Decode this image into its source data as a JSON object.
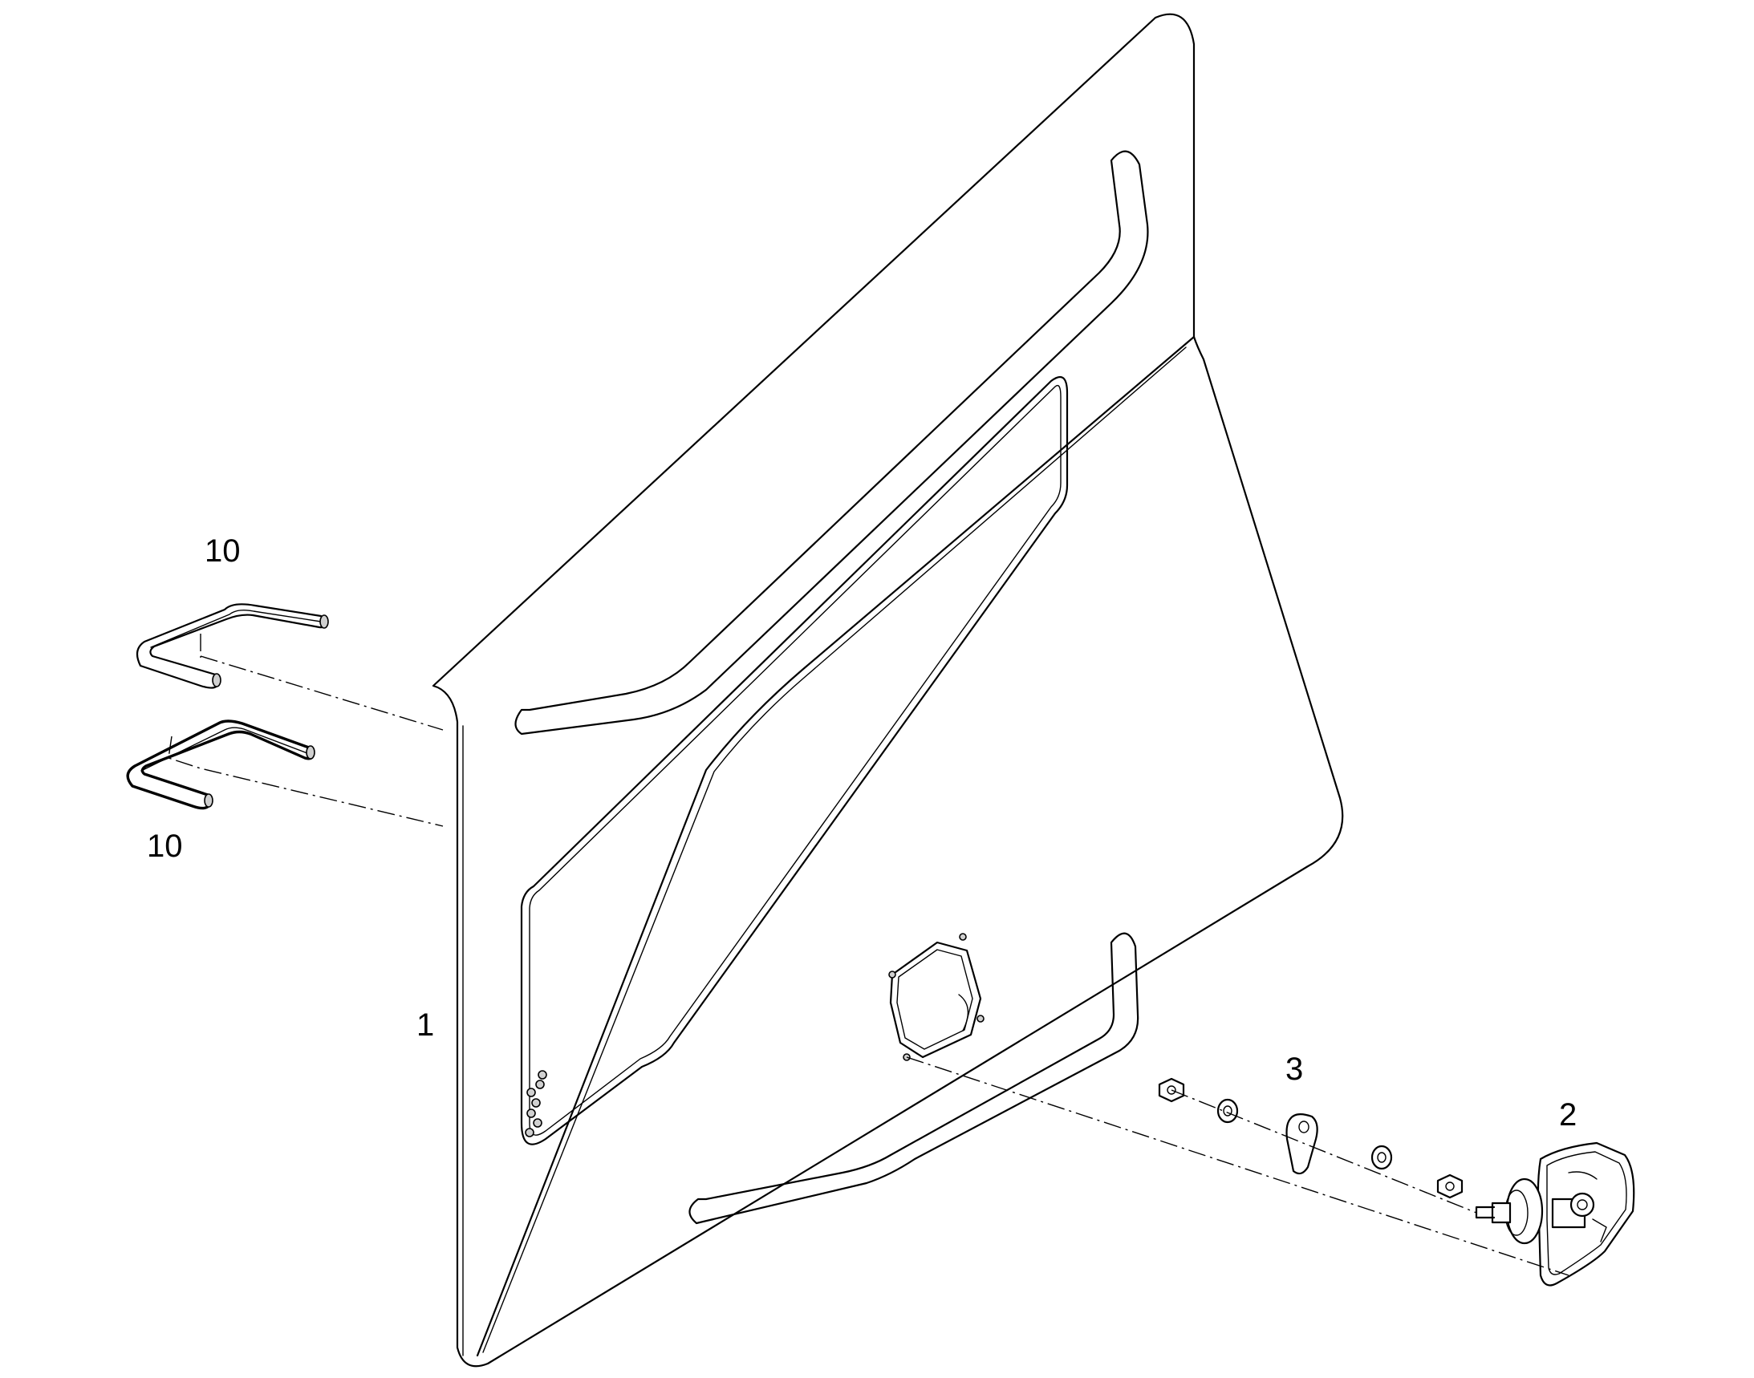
{
  "figure": {
    "type": "exploded parts diagram",
    "line_color": "#000000",
    "background": "#ffffff"
  },
  "callouts": {
    "item_1": "1",
    "item_2": "2",
    "item_3": "3",
    "item_10_upper": "10",
    "item_10_lower": "10"
  }
}
